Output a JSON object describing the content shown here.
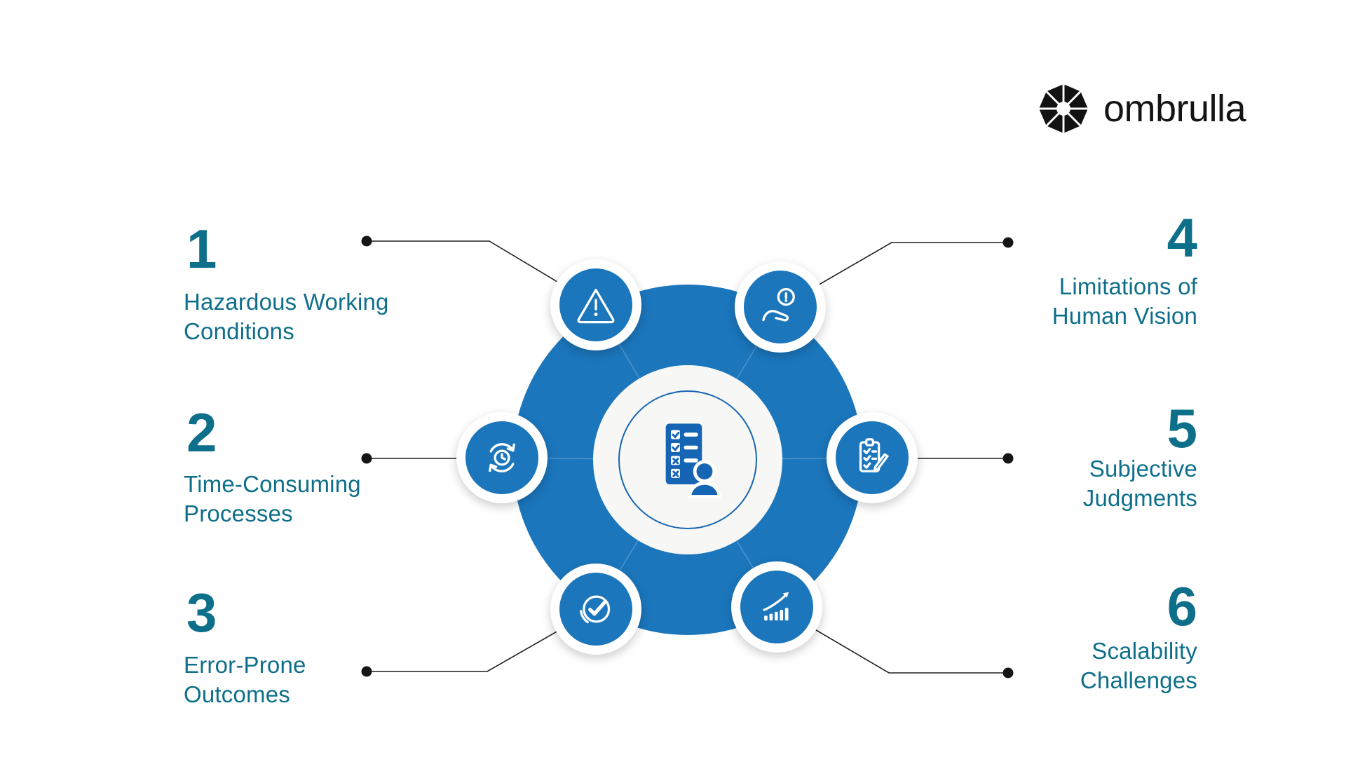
{
  "logo": {
    "text": "ombrulla",
    "icon": "ombrulla-gem-icon"
  },
  "title_context": "challenges infographic",
  "items": [
    {
      "number": "1",
      "lines": [
        "Hazardous Working",
        "Conditions"
      ],
      "icon": "warning-triangle-icon",
      "side": "left"
    },
    {
      "number": "2",
      "lines": [
        "Time-Consuming",
        "Processes"
      ],
      "icon": "process-time-icon",
      "side": "left"
    },
    {
      "number": "3",
      "lines": [
        "Error-Prone",
        "Outcomes"
      ],
      "icon": "check-badge-icon",
      "side": "left"
    },
    {
      "number": "4",
      "lines": [
        "Limitations of",
        "Human Vision"
      ],
      "icon": "hand-alert-icon",
      "side": "right"
    },
    {
      "number": "5",
      "lines": [
        "Subjective",
        "Judgments"
      ],
      "icon": "checklist-pencil-icon",
      "side": "right"
    },
    {
      "number": "6",
      "lines": [
        "Scalability",
        "Challenges"
      ],
      "icon": "growth-chart-icon",
      "side": "right"
    }
  ],
  "center_icon": "inspection-checklist-person-icon",
  "colors": {
    "accent_teal": "#0e6f8a",
    "primary_blue": "#1b76bc",
    "center_icon_blue": "#1664b4",
    "line_black": "#1f1f1f",
    "background": "#ffffff"
  }
}
